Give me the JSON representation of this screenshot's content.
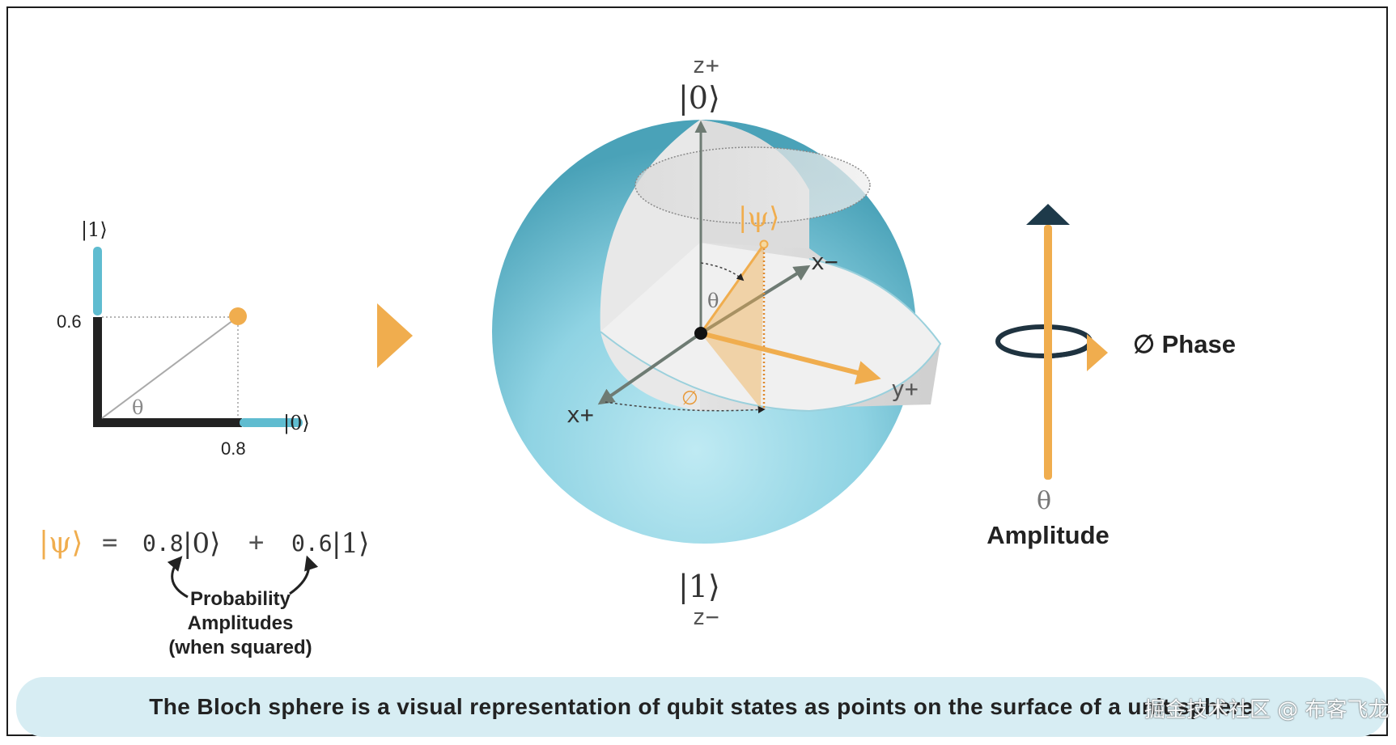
{
  "left_diagram": {
    "axis_top_label": "|1⟩",
    "axis_right_label": "|0⟩",
    "y_tick_label": "0.6",
    "x_tick_label": "0.8",
    "angle_label": "θ"
  },
  "equation": {
    "psi": "|ψ⟩",
    "equals": "=",
    "coef0": "0.8",
    "ket0": "|0⟩",
    "plus": "+",
    "coef1": "0.6",
    "ket1": "|1⟩"
  },
  "annotation": {
    "line1": "Probability",
    "line2": "Amplitudes",
    "line3": "(when squared)"
  },
  "sphere": {
    "z_plus": "z+",
    "ket_zero": "|0⟩",
    "z_minus": "z−",
    "ket_one": "|1⟩",
    "x_plus": "x+",
    "x_minus": "x−",
    "y_plus": "y+",
    "psi_label": "|ψ⟩",
    "theta_label": "θ",
    "phi_label": "∅"
  },
  "right_diagram": {
    "phase_label": "∅ Phase",
    "amplitude_label": "Amplitude",
    "theta_label": "θ"
  },
  "caption": "The Bloch sphere is a visual representation of qubit states as points on the surface of a unit sphere",
  "watermark": "掘金技术社区 @ 布客飞龙",
  "colors": {
    "orange": "#f0ad4e",
    "teal": "#5fbcd0",
    "dark": "#222222",
    "grey_axis": "#6e7b73",
    "caption_bg": "#d7edf3"
  }
}
